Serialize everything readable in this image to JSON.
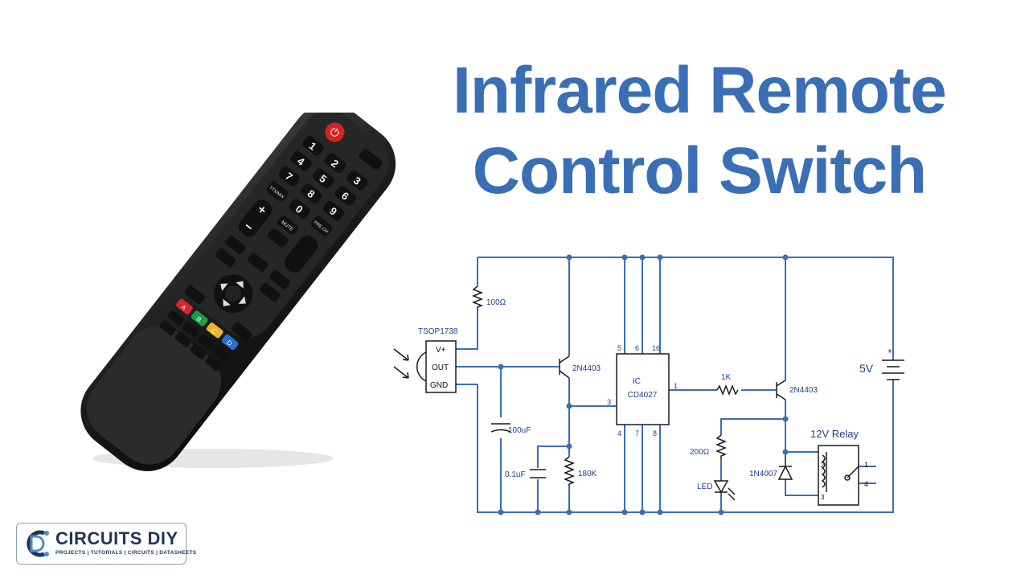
{
  "title": {
    "line1": "Infrared Remote",
    "line2": "Control Switch"
  },
  "remote": {
    "power": "⏻",
    "rows": [
      [
        "1",
        "2",
        "3"
      ],
      [
        "4",
        "5",
        "6"
      ],
      [
        "7",
        "8",
        "9"
      ],
      [
        "TTX/MIX",
        "0",
        "PRE-CH"
      ]
    ],
    "vol_plus": "+",
    "vol_minus": "−",
    "mute": "MUTE",
    "color_keys": [
      "A",
      "B",
      "C",
      "D"
    ],
    "colors": {
      "a": "#d8262b",
      "b": "#1f9b4a",
      "c": "#e8b81e",
      "d": "#2a6fd4"
    }
  },
  "schematic": {
    "sensor": {
      "name": "TSOP1738",
      "pins": [
        "V+",
        "OUT",
        "GND"
      ]
    },
    "r_100": "100Ω",
    "c_100u": "100uF",
    "c_01u": "0.1uF",
    "r_180k": "180K",
    "q1": "2N4403",
    "ic": {
      "line1": "IC",
      "line2": "CD4027"
    },
    "ic_pins": {
      "p5": "5",
      "p6": "6",
      "p16": "16",
      "p3": "3",
      "p1": "1",
      "p4": "4",
      "p7": "7",
      "p8": "8"
    },
    "r_1k": "1K",
    "q2": "2N4403",
    "r_200": "200Ω",
    "led": "LED",
    "diode": "1N4007",
    "relay": {
      "name": "12V Relay",
      "pins": [
        "1",
        "2",
        "3",
        "4"
      ]
    },
    "battery": "5V",
    "battery_plus": "+"
  },
  "logo": {
    "name": "CIRCUITS DIY",
    "tagline": "PROJECTS | TUTORIALS | CIRCUITS | DATASHEETS"
  }
}
